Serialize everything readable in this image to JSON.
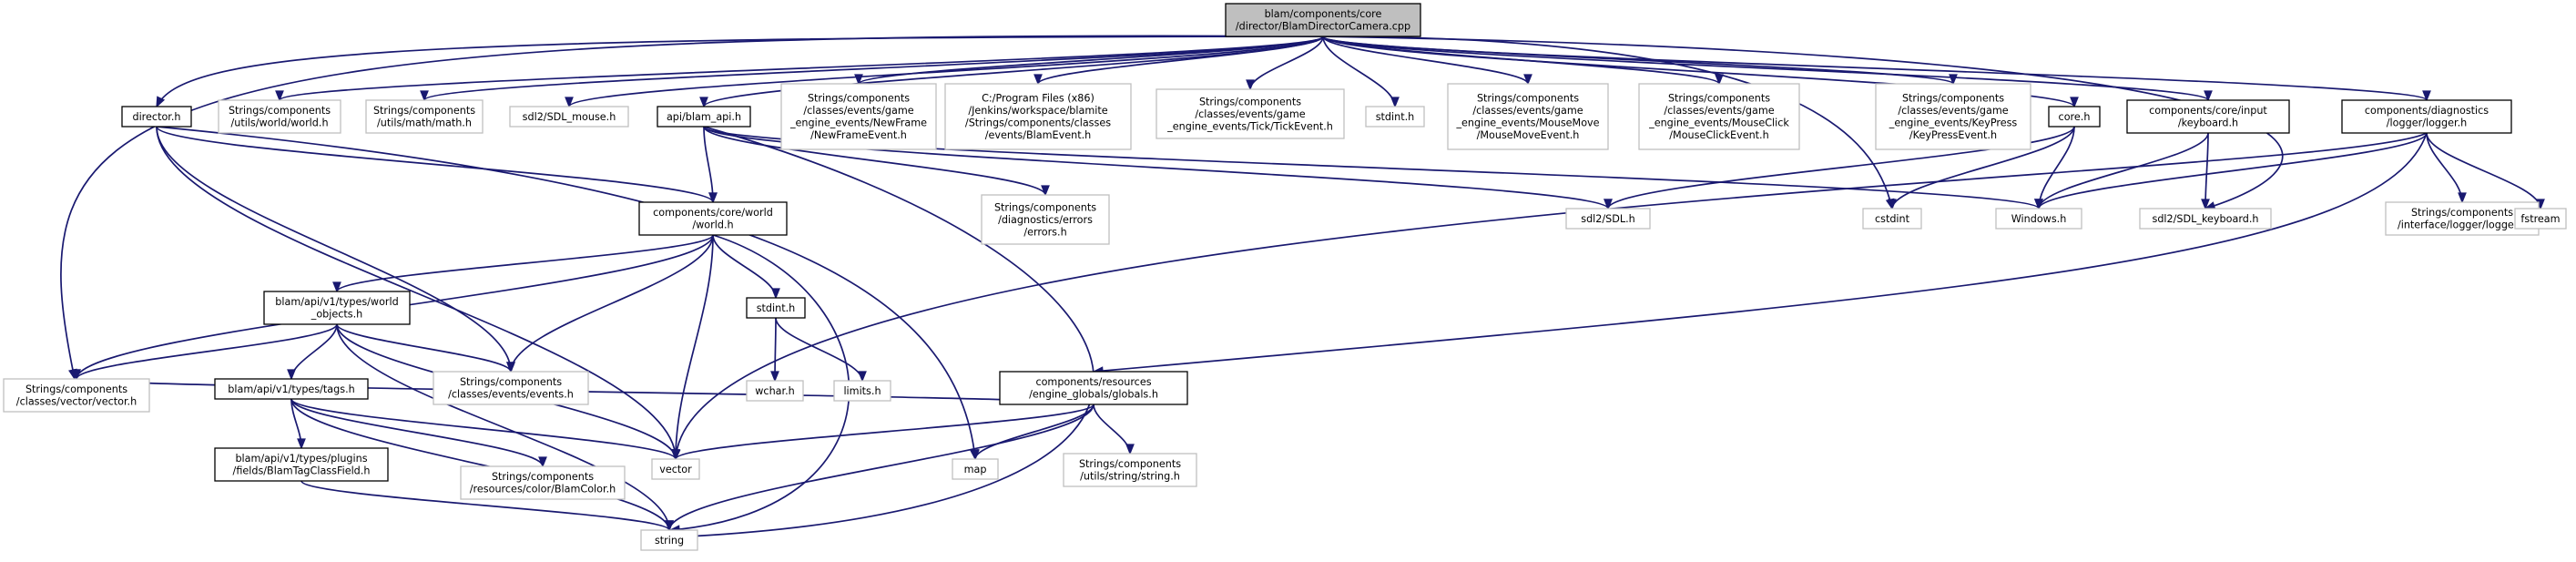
{
  "colors": {
    "edge": "#191970",
    "root_fill": "#bfbfbf",
    "root_border": "#000000",
    "documented_border": "#000000",
    "external_border": "#bfbfbf",
    "background": "#ffffff"
  },
  "nodes": [
    {
      "id": "root",
      "kind": "root",
      "lines": [
        "blam/components/core",
        "/director/BlamDirectorCamera.cpp"
      ]
    },
    {
      "id": "director_h",
      "kind": "documented",
      "lines": [
        "director.h"
      ]
    },
    {
      "id": "world_world_h",
      "kind": "external",
      "lines": [
        "Strings/components",
        "/utils/world/world.h"
      ]
    },
    {
      "id": "math_h",
      "kind": "external",
      "lines": [
        "Strings/components",
        "/utils/math/math.h"
      ]
    },
    {
      "id": "sdl_mouse_h",
      "kind": "external",
      "lines": [
        "sdl2/SDL_mouse.h"
      ]
    },
    {
      "id": "blam_api_h",
      "kind": "documented",
      "lines": [
        "api/blam_api.h"
      ]
    },
    {
      "id": "newframe_h",
      "kind": "external",
      "lines": [
        "Strings/components",
        "/classes/events/game",
        "_engine_events/NewFrame",
        "/NewFrameEvent.h"
      ]
    },
    {
      "id": "blamevent_h",
      "kind": "external",
      "lines": [
        "C:/Program Files (x86)",
        "/Jenkins/workspace/blamite",
        "/Strings/components/classes",
        "/events/BlamEvent.h"
      ]
    },
    {
      "id": "tickevent_h",
      "kind": "external",
      "lines": [
        "Strings/components",
        "/classes/events/game",
        "_engine_events/Tick/TickEvent.h"
      ]
    },
    {
      "id": "stdint_h_top",
      "kind": "external",
      "lines": [
        "stdint.h"
      ]
    },
    {
      "id": "mousemove_h",
      "kind": "external",
      "lines": [
        "Strings/components",
        "/classes/events/game",
        "_engine_events/MouseMove",
        "/MouseMoveEvent.h"
      ]
    },
    {
      "id": "mouseclick_h",
      "kind": "external",
      "lines": [
        "Strings/components",
        "/classes/events/game",
        "_engine_events/MouseClick",
        "/MouseClickEvent.h"
      ]
    },
    {
      "id": "keypress_h",
      "kind": "external",
      "lines": [
        "Strings/components",
        "/classes/events/game",
        "_engine_events/KeyPress",
        "/KeyPressEvent.h"
      ]
    },
    {
      "id": "core_h",
      "kind": "documented",
      "lines": [
        "core.h"
      ]
    },
    {
      "id": "keyboard_h",
      "kind": "documented",
      "lines": [
        "components/core/input",
        "/keyboard.h"
      ]
    },
    {
      "id": "diag_logger_h",
      "kind": "documented",
      "lines": [
        "components/diagnostics",
        "/logger/logger.h"
      ]
    },
    {
      "id": "core_world_h",
      "kind": "documented",
      "lines": [
        "components/core/world",
        "/world.h"
      ]
    },
    {
      "id": "errors_h",
      "kind": "external",
      "lines": [
        "Strings/components",
        "/diagnostics/errors",
        "/errors.h"
      ]
    },
    {
      "id": "sdl_h",
      "kind": "external",
      "lines": [
        "sdl2/SDL.h"
      ]
    },
    {
      "id": "cstdint",
      "kind": "external",
      "lines": [
        "cstdint"
      ]
    },
    {
      "id": "windows_h",
      "kind": "external",
      "lines": [
        "Windows.h"
      ]
    },
    {
      "id": "sdl_keyboard_h",
      "kind": "external",
      "lines": [
        "sdl2/SDL_keyboard.h"
      ]
    },
    {
      "id": "iface_logger_h",
      "kind": "external",
      "lines": [
        "Strings/components",
        "/interface/logger/logger.h"
      ]
    },
    {
      "id": "fstream",
      "kind": "external",
      "lines": [
        "fstream"
      ]
    },
    {
      "id": "world_objects_h",
      "kind": "documented",
      "lines": [
        "blam/api/v1/types/world",
        "_objects.h"
      ]
    },
    {
      "id": "stdint_h",
      "kind": "documented",
      "lines": [
        "stdint.h"
      ]
    },
    {
      "id": "vector_h",
      "kind": "external",
      "lines": [
        "Strings/components",
        "/classes/vector/vector.h"
      ]
    },
    {
      "id": "events_h",
      "kind": "external",
      "lines": [
        "Strings/components",
        "/classes/events/events.h"
      ]
    },
    {
      "id": "wchar_h",
      "kind": "external",
      "lines": [
        "wchar.h"
      ]
    },
    {
      "id": "limits_h",
      "kind": "external",
      "lines": [
        "limits.h"
      ]
    },
    {
      "id": "globals_h",
      "kind": "documented",
      "lines": [
        "components/resources",
        "/engine_globals/globals.h"
      ]
    },
    {
      "id": "tags_h",
      "kind": "documented",
      "lines": [
        "blam/api/v1/types/tags.h"
      ]
    },
    {
      "id": "vector",
      "kind": "external",
      "lines": [
        "vector"
      ]
    },
    {
      "id": "map",
      "kind": "external",
      "lines": [
        "map"
      ]
    },
    {
      "id": "string_h",
      "kind": "external",
      "lines": [
        "Strings/components",
        "/utils/string/string.h"
      ]
    },
    {
      "id": "blamcolor_h",
      "kind": "external",
      "lines": [
        "Strings/components",
        "/resources/color/BlamColor.h"
      ]
    },
    {
      "id": "tagclassfield_h",
      "kind": "documented",
      "lines": [
        "blam/api/v1/types/plugins",
        "/fields/BlamTagClassField.h"
      ]
    },
    {
      "id": "string",
      "kind": "external",
      "lines": [
        "string"
      ]
    }
  ],
  "edges": [
    [
      "root",
      "director_h"
    ],
    [
      "root",
      "world_world_h"
    ],
    [
      "root",
      "math_h"
    ],
    [
      "root",
      "sdl_mouse_h"
    ],
    [
      "root",
      "blam_api_h"
    ],
    [
      "root",
      "newframe_h"
    ],
    [
      "root",
      "blamevent_h"
    ],
    [
      "root",
      "tickevent_h"
    ],
    [
      "root",
      "stdint_h_top"
    ],
    [
      "root",
      "mousemove_h"
    ],
    [
      "root",
      "mouseclick_h"
    ],
    [
      "root",
      "keypress_h"
    ],
    [
      "root",
      "core_h"
    ],
    [
      "root",
      "keyboard_h"
    ],
    [
      "root",
      "diag_logger_h"
    ],
    [
      "root",
      "vector_h"
    ],
    [
      "root",
      "cstdint"
    ],
    [
      "root",
      "sdl_keyboard_h"
    ],
    [
      "director_h",
      "core_world_h"
    ],
    [
      "director_h",
      "events_h"
    ],
    [
      "director_h",
      "vector"
    ],
    [
      "director_h",
      "map"
    ],
    [
      "blam_api_h",
      "core_world_h"
    ],
    [
      "blam_api_h",
      "errors_h"
    ],
    [
      "blam_api_h",
      "sdl_h"
    ],
    [
      "blam_api_h",
      "windows_h"
    ],
    [
      "blam_api_h",
      "string"
    ],
    [
      "core_h",
      "sdl_h"
    ],
    [
      "core_h",
      "cstdint"
    ],
    [
      "core_h",
      "windows_h"
    ],
    [
      "keyboard_h",
      "windows_h"
    ],
    [
      "keyboard_h",
      "sdl_keyboard_h"
    ],
    [
      "diag_logger_h",
      "windows_h"
    ],
    [
      "diag_logger_h",
      "iface_logger_h"
    ],
    [
      "diag_logger_h",
      "fstream"
    ],
    [
      "diag_logger_h",
      "vector"
    ],
    [
      "diag_logger_h",
      "globals_h"
    ],
    [
      "core_world_h",
      "world_objects_h"
    ],
    [
      "core_world_h",
      "stdint_h"
    ],
    [
      "core_world_h",
      "vector_h"
    ],
    [
      "core_world_h",
      "events_h"
    ],
    [
      "core_world_h",
      "vector"
    ],
    [
      "core_world_h",
      "string"
    ],
    [
      "world_objects_h",
      "vector_h"
    ],
    [
      "world_objects_h",
      "events_h"
    ],
    [
      "world_objects_h",
      "tags_h"
    ],
    [
      "world_objects_h",
      "vector"
    ],
    [
      "world_objects_h",
      "string"
    ],
    [
      "stdint_h",
      "wchar_h"
    ],
    [
      "stdint_h",
      "limits_h"
    ],
    [
      "globals_h",
      "vector_h"
    ],
    [
      "globals_h",
      "vector"
    ],
    [
      "globals_h",
      "map"
    ],
    [
      "globals_h",
      "string_h"
    ],
    [
      "globals_h",
      "string"
    ],
    [
      "tags_h",
      "vector"
    ],
    [
      "tags_h",
      "blamcolor_h"
    ],
    [
      "tags_h",
      "tagclassfield_h"
    ],
    [
      "tags_h",
      "string"
    ],
    [
      "tagclassfield_h",
      "string"
    ]
  ]
}
